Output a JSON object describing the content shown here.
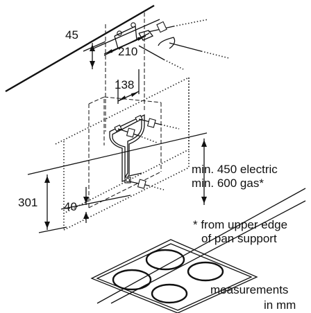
{
  "dimensions": {
    "ceiling_gap": "45",
    "hole_spacing_upper": "210",
    "hole_spacing_lower": "138",
    "overall_height": "301",
    "lower_offset": "40"
  },
  "notes": {
    "min_electric": "min. 450 electric",
    "min_gas": "min. 600 gas*",
    "footnote_line1": "* from upper edge",
    "footnote_line2": "of pan support",
    "units_line1": "measurements",
    "units_line2": "in mm"
  },
  "colors": {
    "line": "#111111",
    "background": "#ffffff"
  }
}
